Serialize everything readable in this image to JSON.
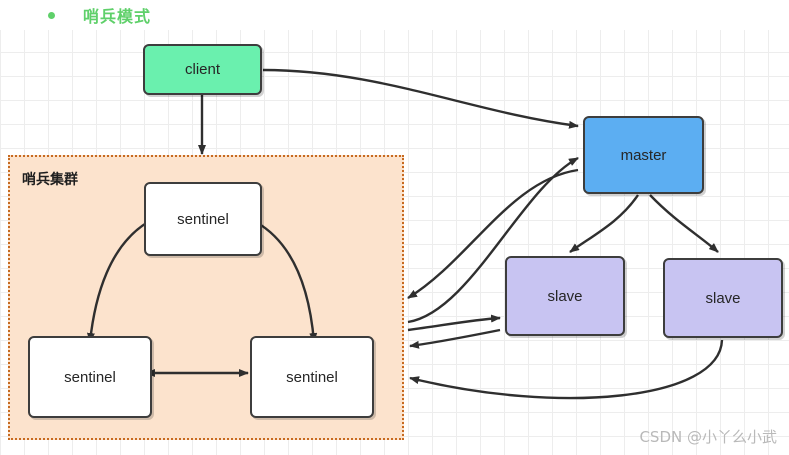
{
  "heading": {
    "bullet_icon": "bullet-dot-icon",
    "text": "哨兵模式",
    "color": "#5fd06a"
  },
  "canvas": {
    "grid": "24px light-gray grid",
    "grid_color": "#ededed",
    "background": "#ffffff"
  },
  "cluster": {
    "label": "哨兵集群",
    "background": "#fce3cd",
    "border_color": "#c76a20",
    "border_style": "dotted"
  },
  "nodes": {
    "client": {
      "label": "client",
      "color": "#6af0ae"
    },
    "master": {
      "label": "master",
      "color": "#5caef2"
    },
    "slave_left": {
      "label": "slave",
      "color": "#c8c4f2"
    },
    "slave_right": {
      "label": "slave",
      "color": "#c8c4f2"
    },
    "sentinel_top": {
      "label": "sentinel",
      "color": "#ffffff"
    },
    "sentinel_bottom_left": {
      "label": "sentinel",
      "color": "#ffffff"
    },
    "sentinel_bottom_right": {
      "label": "sentinel",
      "color": "#ffffff"
    }
  },
  "edges": [
    {
      "name": "client-to-cluster",
      "from": "client",
      "to": "sentinel-cluster",
      "arrow": "single"
    },
    {
      "name": "client-to-master",
      "from": "client",
      "to": "master",
      "arrow": "single"
    },
    {
      "name": "master-to-slave-left",
      "from": "master",
      "to": "slave_left",
      "arrow": "single"
    },
    {
      "name": "master-to-slave-right",
      "from": "master",
      "to": "slave_right",
      "arrow": "single"
    },
    {
      "name": "master-to-cluster",
      "from": "master",
      "to": "sentinel-cluster",
      "arrow": "single"
    },
    {
      "name": "cluster-to-master",
      "from": "sentinel-cluster",
      "to": "master",
      "arrow": "single"
    },
    {
      "name": "cluster-to-slave-left",
      "from": "sentinel-cluster",
      "to": "slave_left",
      "arrow": "single"
    },
    {
      "name": "slave-left-to-cluster",
      "from": "slave_left",
      "to": "sentinel-cluster",
      "arrow": "single"
    },
    {
      "name": "slave-right-to-cluster",
      "from": "slave_right",
      "to": "sentinel-cluster",
      "arrow": "single"
    },
    {
      "name": "sentinel-top-to-bottom-left",
      "from": "sentinel_top",
      "to": "sentinel_bottom_left",
      "arrow": "double-curved"
    },
    {
      "name": "sentinel-top-to-bottom-right",
      "from": "sentinel_top",
      "to": "sentinel_bottom_right",
      "arrow": "double-curved"
    },
    {
      "name": "sentinel-bottom-left-to-right",
      "from": "sentinel_bottom_left",
      "to": "sentinel_bottom_right",
      "arrow": "double"
    }
  ],
  "watermark": {
    "text": "CSDN @小丫么小武"
  }
}
